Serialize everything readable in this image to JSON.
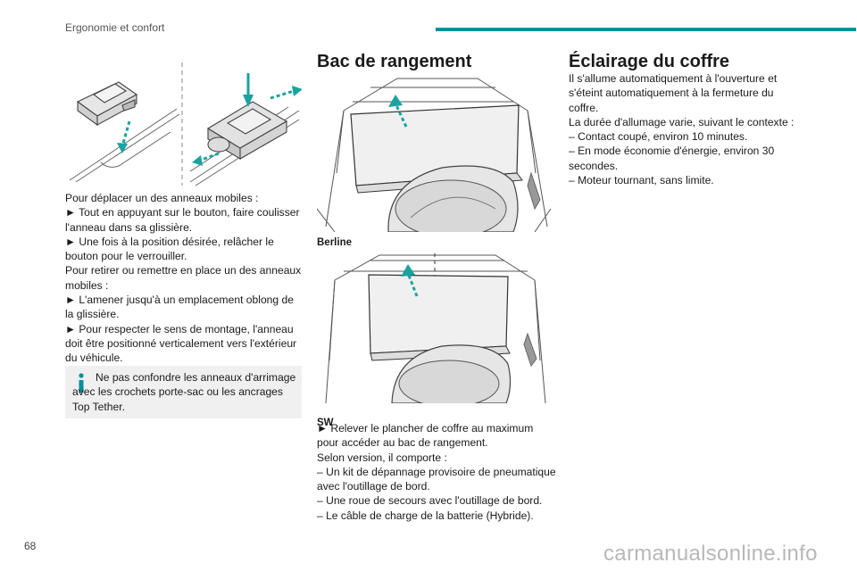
{
  "header": {
    "section": "Ergonomie et confort",
    "accent_color": "#00909e"
  },
  "page_number": "68",
  "col1": {
    "paragraphs": [
      "Pour déplacer un des anneaux mobiles :",
      "► Tout en appuyant sur le bouton, faire coulisser l'anneau dans sa glissière.",
      "► Une fois à la position désirée, relâcher le bouton pour le verrouiller.",
      "Pour retirer ou remettre en place un des anneaux mobiles :",
      "► L'amener jusqu'à un emplacement oblong de la glissière.",
      "► Pour respecter le sens de montage, l'anneau doit être positionné verticalement vers l'extérieur du véhicule."
    ],
    "note": {
      "icon": "info-icon",
      "text": "Ne pas confondre les anneaux d'arrimage avec les crochets porte-sac ou les ancrages Top Tether."
    }
  },
  "col2": {
    "title": "Bac de rangement",
    "caption_1": "Berline",
    "caption_2": "SW",
    "paragraphs": [
      "► Relever le plancher de coffre au maximum pour accéder au bac de rangement.",
      "Selon version, il comporte :",
      "– Un kit de dépannage provisoire de pneumatique avec l'outillage de bord.",
      "– Une roue de secours avec l'outillage de bord.",
      "– Le câble de charge de la batterie (Hybride)."
    ]
  },
  "col3": {
    "title": "Éclairage du coffre",
    "paragraphs": [
      "Il s'allume automatiquement à l'ouverture et s'éteint automatiquement à la fermeture du coffre.",
      "La durée d'allumage varie, suivant le contexte :",
      "– Contact coupé, environ 10 minutes.",
      "– En mode économie d'énergie, environ 30 secondes.",
      "– Moteur tournant, sans limite."
    ]
  },
  "watermark": "carmanualsonline.info"
}
